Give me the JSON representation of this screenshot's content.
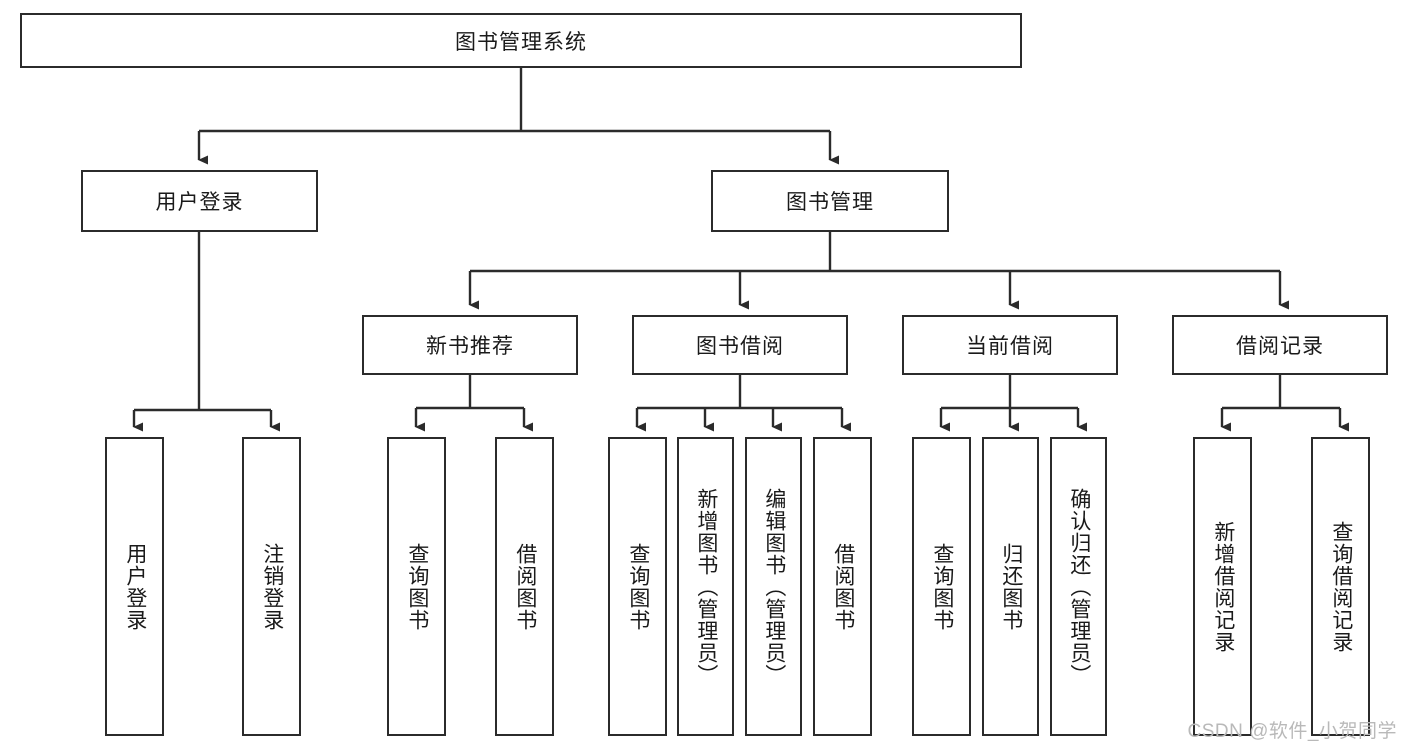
{
  "diagram": {
    "title": "图书管理系统",
    "type": "tree-hierarchy-diagram",
    "colors": {
      "stroke": "#2b2b2b",
      "fill": "#ffffff",
      "text": "#1a1a1a",
      "watermark": "#b9b9b9"
    },
    "root": {
      "label": "图书管理系统"
    },
    "level2": [
      {
        "label": "用户登录"
      },
      {
        "label": "图书管理"
      }
    ],
    "level3": [
      {
        "label": "新书推荐"
      },
      {
        "label": "图书借阅"
      },
      {
        "label": "当前借阅"
      },
      {
        "label": "借阅记录"
      }
    ],
    "leaves": {
      "user_login": [
        {
          "label": "用户登录"
        },
        {
          "label": "注销登录"
        }
      ],
      "new_book_recommend": [
        {
          "label": "查询图书"
        },
        {
          "label": "借阅图书"
        }
      ],
      "book_borrow": [
        {
          "label": "查询图书"
        },
        {
          "label": "新增图书（管理员）"
        },
        {
          "label": "编辑图书（管理员）"
        },
        {
          "label": "借阅图书"
        }
      ],
      "current_borrow": [
        {
          "label": "查询图书"
        },
        {
          "label": "归还图书"
        },
        {
          "label": "确认归还（管理员）"
        }
      ],
      "borrow_record": [
        {
          "label": "新增借阅记录"
        },
        {
          "label": "查询借阅记录"
        }
      ]
    },
    "watermark": "CSDN @软件_小贺同学"
  }
}
